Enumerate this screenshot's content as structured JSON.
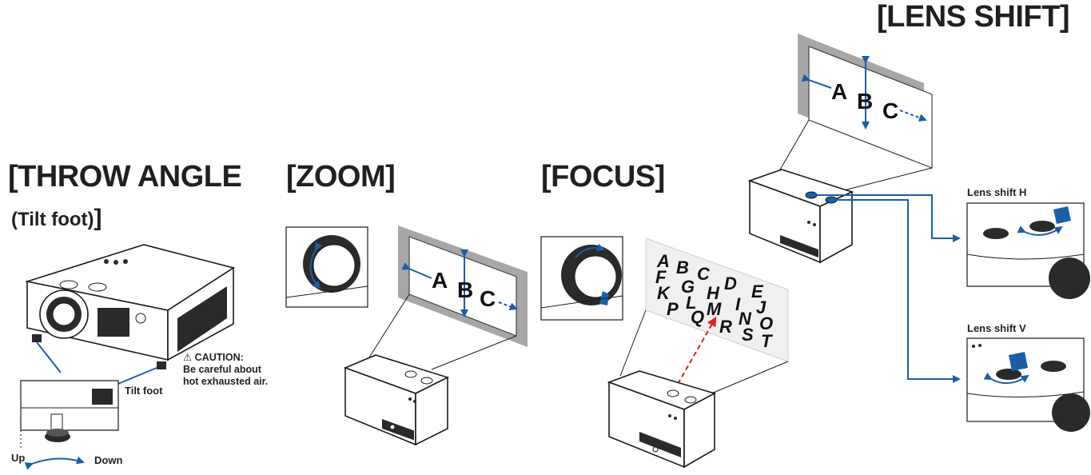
{
  "titles": {
    "throw_angle": "[THROW ANGLE",
    "tilt_foot_paren": "(Tilt foot)",
    "close_bracket": "]",
    "zoom": "[ZOOM]",
    "focus": "[FOCUS]",
    "lens_shift": "[LENS SHIFT]"
  },
  "labels": {
    "tilt_foot": "Tilt foot",
    "caution_line1": "⚠ CAUTION:",
    "caution_line2": "Be careful about",
    "caution_line3": "hot exhausted air.",
    "up": "Up",
    "down": "Down",
    "lens_shift_h": "Lens shift H",
    "lens_shift_v": "Lens shift V"
  },
  "screen_letters": {
    "zoom": [
      "A",
      "B",
      "C"
    ],
    "lens_shift": [
      "A",
      "B",
      "C"
    ],
    "focus_chart": [
      "A",
      "B",
      "C",
      "D",
      "E",
      "F",
      "G",
      "H",
      "I",
      "J",
      "K",
      "L",
      "M",
      "N",
      "O",
      "P",
      "Q",
      "R",
      "S",
      "T"
    ]
  },
  "colors": {
    "text": "#231f20",
    "accent_blue": "#1a5ea8",
    "focus_arrow_red": "#e02020",
    "screen_shadow": "#a7a7a7"
  }
}
